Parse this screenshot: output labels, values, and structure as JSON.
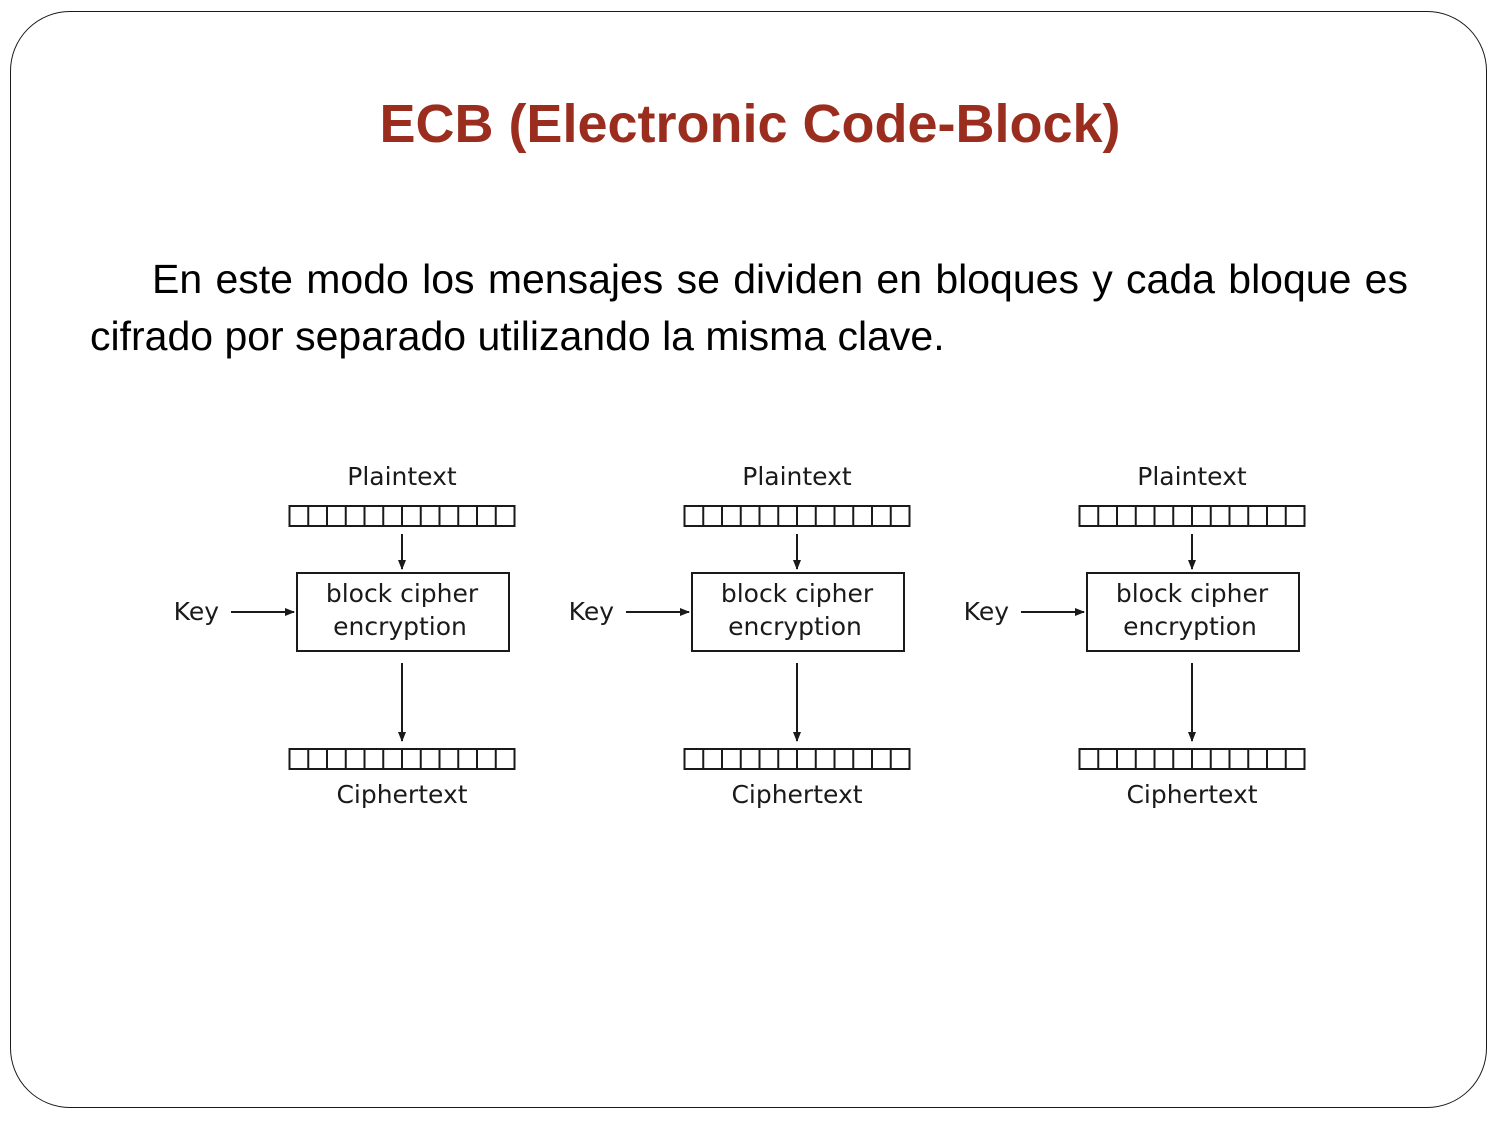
{
  "slide": {
    "title": "ECB (Electronic Code-Block)",
    "paragraph": "En este modo los mensajes se dividen en bloques y cada bloque es cifrado por separado utilizando la misma clave."
  },
  "diagram": {
    "units": [
      {
        "plaintext_label": "Plaintext",
        "key_label": "Key",
        "cipher_box_line1": "block cipher",
        "cipher_box_line2": "encryption",
        "ciphertext_label": "Ciphertext"
      },
      {
        "plaintext_label": "Plaintext",
        "key_label": "Key",
        "cipher_box_line1": "block cipher",
        "cipher_box_line2": "encryption",
        "ciphertext_label": "Ciphertext"
      },
      {
        "plaintext_label": "Plaintext",
        "key_label": "Key",
        "cipher_box_line1": "block cipher",
        "cipher_box_line2": "encryption",
        "ciphertext_label": "Ciphertext"
      }
    ],
    "cells_per_block": 12
  },
  "colors": {
    "title": "#9b2d1f",
    "text": "#000000",
    "diagram_stroke": "#1a1a1a"
  }
}
